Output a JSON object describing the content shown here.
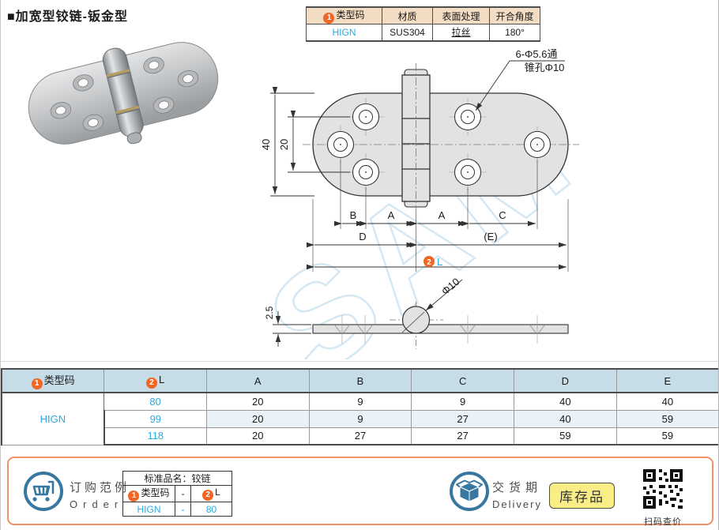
{
  "title": "■加宽型铰链-钣金型",
  "spec_table": {
    "headers": {
      "type_badge": "1",
      "type": "类型码",
      "material": "材质",
      "surface": "表面处理",
      "angle": "开合角度"
    },
    "row": {
      "type_code": "HIGN",
      "material": "SUS304",
      "surface": "拉丝",
      "angle": "180°"
    }
  },
  "drawing": {
    "annotation": {
      "line1": "6-Φ5.6通",
      "line2": "锥孔Φ10"
    },
    "dims": {
      "height": "40",
      "hole_spacing": "20",
      "b": "B",
      "a_left": "A",
      "a_right": "A",
      "c": "C",
      "d": "D",
      "e": "(E)",
      "l_badge": "2",
      "l": "L"
    },
    "side": {
      "thickness": "2.5",
      "pin_diameter": "Φ10"
    },
    "watermark": "SAM"
  },
  "size_table": {
    "headers": {
      "type_badge": "1",
      "type": "类型码",
      "l_badge": "2",
      "l": "L",
      "a": "A",
      "b": "B",
      "c": "C",
      "d": "D",
      "e": "E"
    },
    "type_code": "HIGN",
    "rows": [
      {
        "l": "80",
        "a": "20",
        "b": "9",
        "c": "9",
        "d": "40",
        "e": "40"
      },
      {
        "l": "99",
        "a": "20",
        "b": "9",
        "c": "27",
        "d": "40",
        "e": "59"
      },
      {
        "l": "118",
        "a": "20",
        "b": "27",
        "c": "27",
        "d": "59",
        "e": "59"
      }
    ]
  },
  "footer": {
    "order": {
      "cn": "订购范例",
      "en": "Order"
    },
    "order_table": {
      "title": "标准品名：铰链",
      "type_badge": "1",
      "type_label": "类型码",
      "sep1": "-",
      "l_badge": "2",
      "l_label": "L",
      "type_value": "HIGN",
      "sep2": "-",
      "l_value": "80"
    },
    "delivery": {
      "cn": "交货期",
      "en": "Delivery"
    },
    "stock_badge": "库存品",
    "qr_caption": "扫码查价"
  },
  "colors": {
    "accent_orange": "#f26522",
    "link_blue": "#29abe2",
    "spec_header_bg": "#f3dcc4",
    "size_header_bg": "#c6dde8",
    "row_alt_bg": "#e8f2f7",
    "footer_border": "#f09268",
    "icon_blue": "#3878a0",
    "stock_badge_bg": "#f9ee86",
    "plate_fill": "#e2e2e2",
    "watermark_blue": "#cbe2f0"
  }
}
